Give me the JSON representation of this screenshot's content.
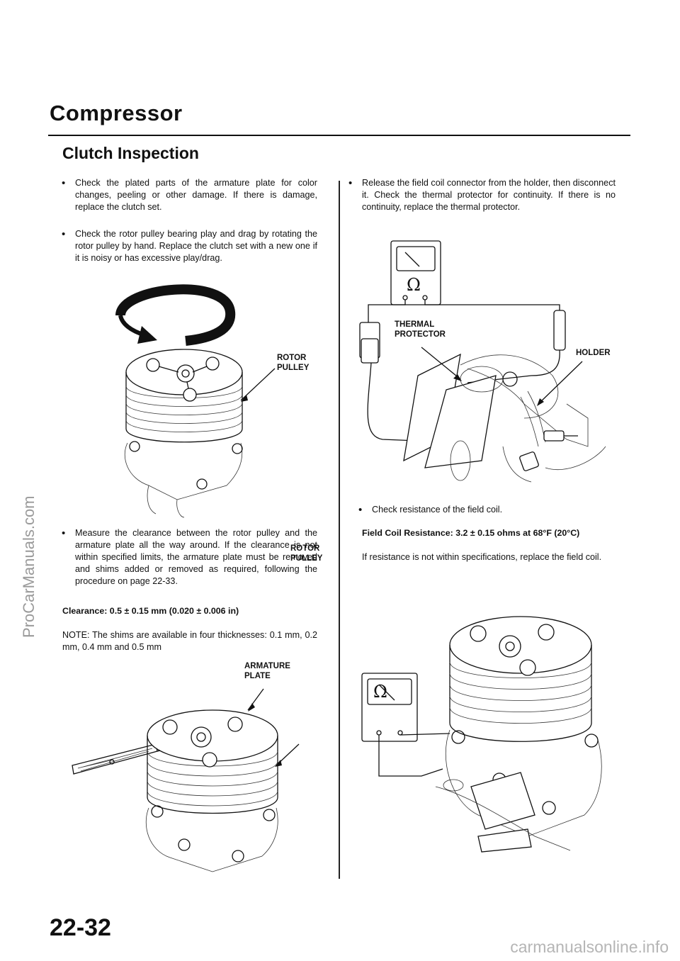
{
  "header": {
    "title": "Compressor",
    "subtitle": "Clutch Inspection"
  },
  "left_column": {
    "bullets": [
      "Check the plated parts of the armature plate for color changes, peeling or other damage. If there is damage, replace the clutch set.",
      "Check the rotor pulley bearing play and drag by rotating the rotor pulley by hand. Replace the clutch set with a new one if it is noisy or has excessive play/drag.",
      "Measure the clearance between the rotor pulley and the armature plate all the way around. If the clearance is not within specified limits, the armature plate must be removed and shims added or removed as required, following the procedure on page 22-33."
    ],
    "figure1_label": "ROTOR PULLEY",
    "clearance_spec": "Clearance: 0.5 ± 0.15 mm (0.020 ± 0.006 in)",
    "note": "NOTE: The shims are available in four thicknesses: 0.1 mm, 0.2 mm, 0.4 mm and 0.5 mm",
    "figure2_label_top": "ARMATURE PLATE",
    "figure2_label_side": "ROTOR PULLEY"
  },
  "right_column": {
    "bullet_release": "Release the field coil connector from the holder, then disconnect it. Check the thermal protector for continuity. If there is no continuity, replace the thermal protector.",
    "fig_label_thermal": "THERMAL PROTECTOR",
    "fig_label_holder": "HOLDER",
    "bullet_resistance": "Check resistance of the field coil.",
    "resistance_spec": "Field Coil Resistance: 3.2 ± 0.15 ohms at 68°F (20°C)",
    "resistance_body": "If resistance is not within specifications, replace the field coil.",
    "ohm_symbol": "Ω"
  },
  "footer": {
    "page_number": "22-32",
    "watermark": "ProCarManuals.com",
    "url": "carmanualsonline.info"
  }
}
